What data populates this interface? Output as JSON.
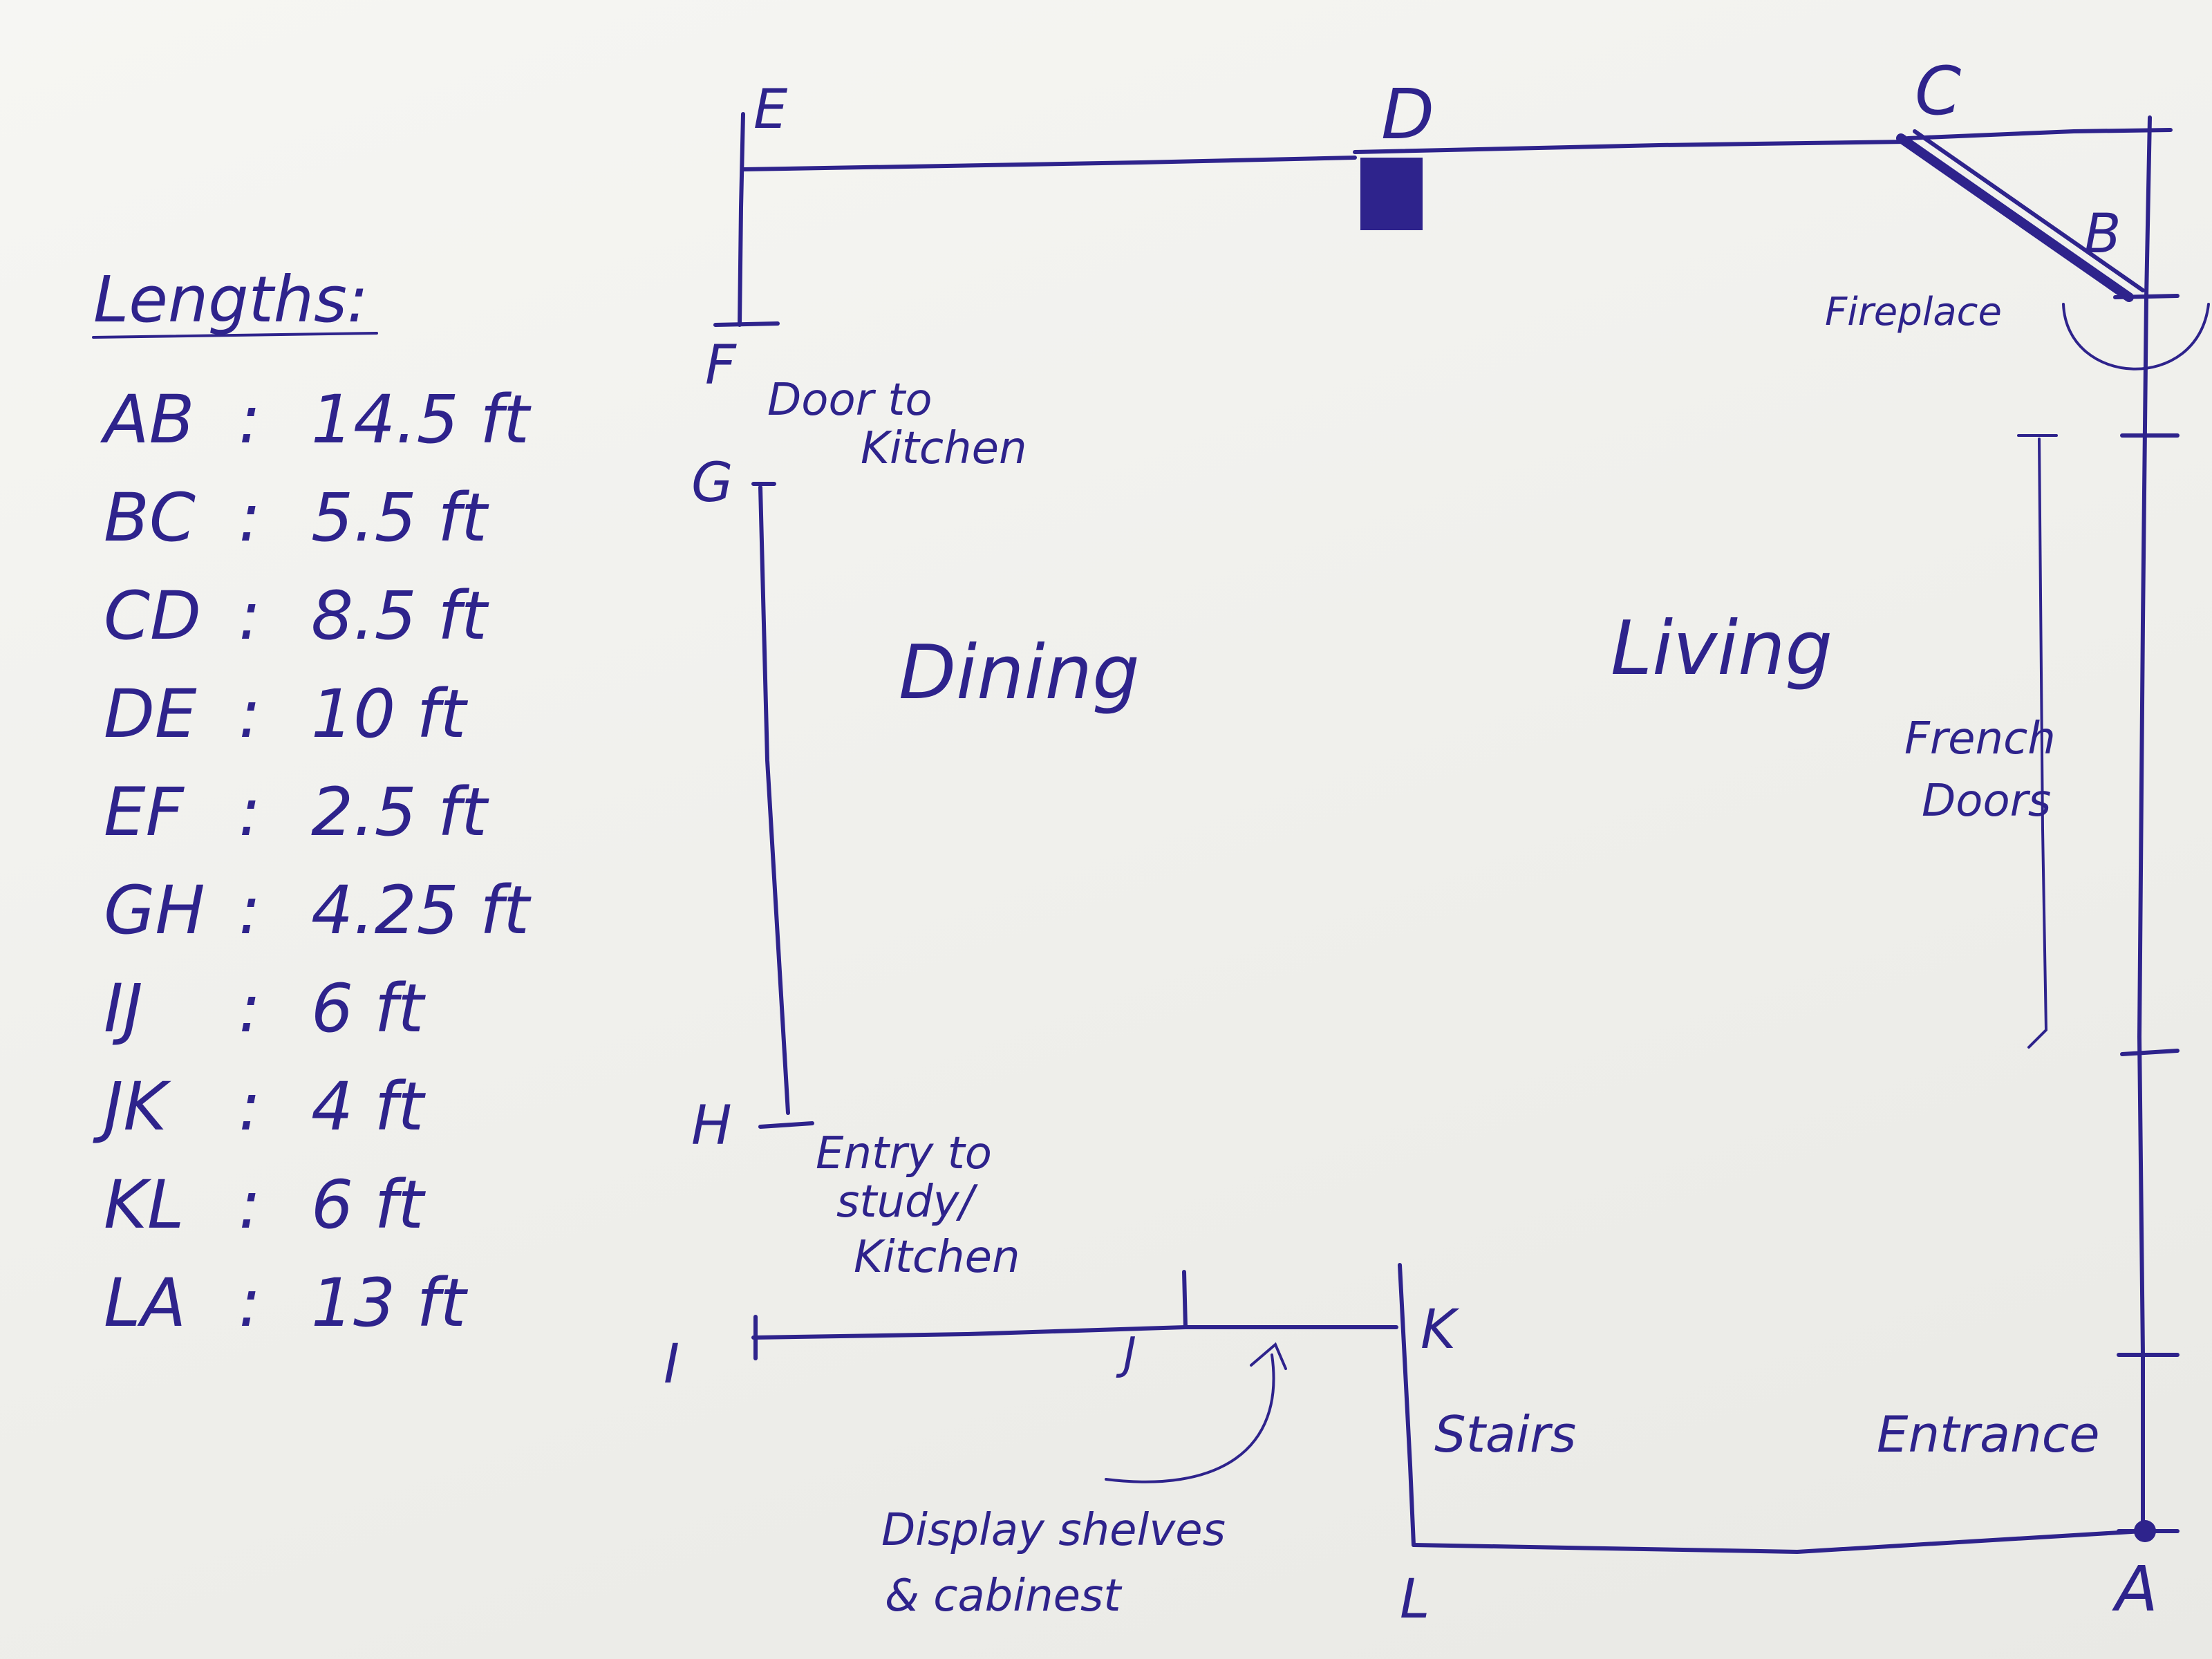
{
  "title": "Lengths:",
  "lengths": [
    {
      "seg": "AB",
      "value": "14.5 ft"
    },
    {
      "seg": "BC",
      "value": "5.5 ft"
    },
    {
      "seg": "CD",
      "value": "8.5 ft"
    },
    {
      "seg": "DE",
      "value": "10 ft"
    },
    {
      "seg": "EF",
      "value": "2.5 ft"
    },
    {
      "seg": "GH",
      "value": "4.25 ft"
    },
    {
      "seg": "IJ",
      "value": "6 ft"
    },
    {
      "seg": "JK",
      "value": "4 ft"
    },
    {
      "seg": "KL",
      "value": "6 ft"
    },
    {
      "seg": "LA",
      "value": "13 ft"
    }
  ],
  "points": {
    "A": "A",
    "B": "B",
    "C": "C",
    "D": "D",
    "E": "E",
    "F": "F",
    "G": "G",
    "H": "H",
    "I": "I",
    "J": "J",
    "K": "K",
    "L": "L"
  },
  "rooms": {
    "dining": "Dining",
    "living": "Living"
  },
  "labels": {
    "fireplace": "Fireplace",
    "door_to_kitchen_1": "Door to",
    "door_to_kitchen_2": "Kitchen",
    "entry_1": "Entry to",
    "entry_2": "study/",
    "entry_3": "Kitchen",
    "french_1": "French",
    "french_2": "Doors",
    "stairs": "Stairs",
    "entrance": "Entrance",
    "display_1": "Display shelves",
    "display_2": "& cabinest"
  },
  "ink_color": "#2e238c"
}
